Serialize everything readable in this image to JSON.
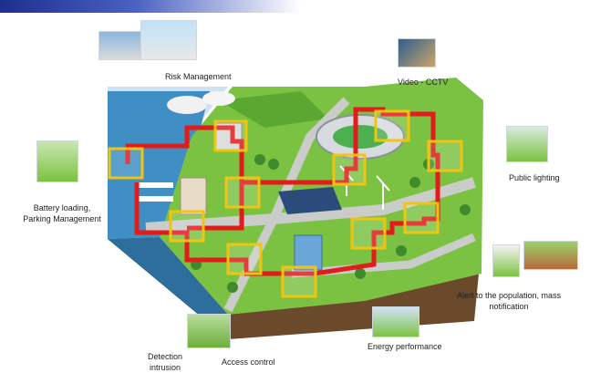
{
  "labels": {
    "risk": "Risk Management",
    "video": "Video - CCTV",
    "lighting": "Public lighting",
    "battery_line1": "Battery loading,",
    "battery_line2": "Parking Management",
    "alert_line1": "Alert to the population, mass",
    "alert_line2": "notification",
    "energy": "Energy performance",
    "detection_line1": "Detection",
    "detection_line2": "intrusion",
    "access": "Access control"
  },
  "colors": {
    "title_bar": "#1c2f8f",
    "network_line": "#e21b1b",
    "node_frame": "#f2c40f",
    "grass": "#7cc242",
    "water": "#3f8fc4",
    "road": "#c9ccc9"
  }
}
